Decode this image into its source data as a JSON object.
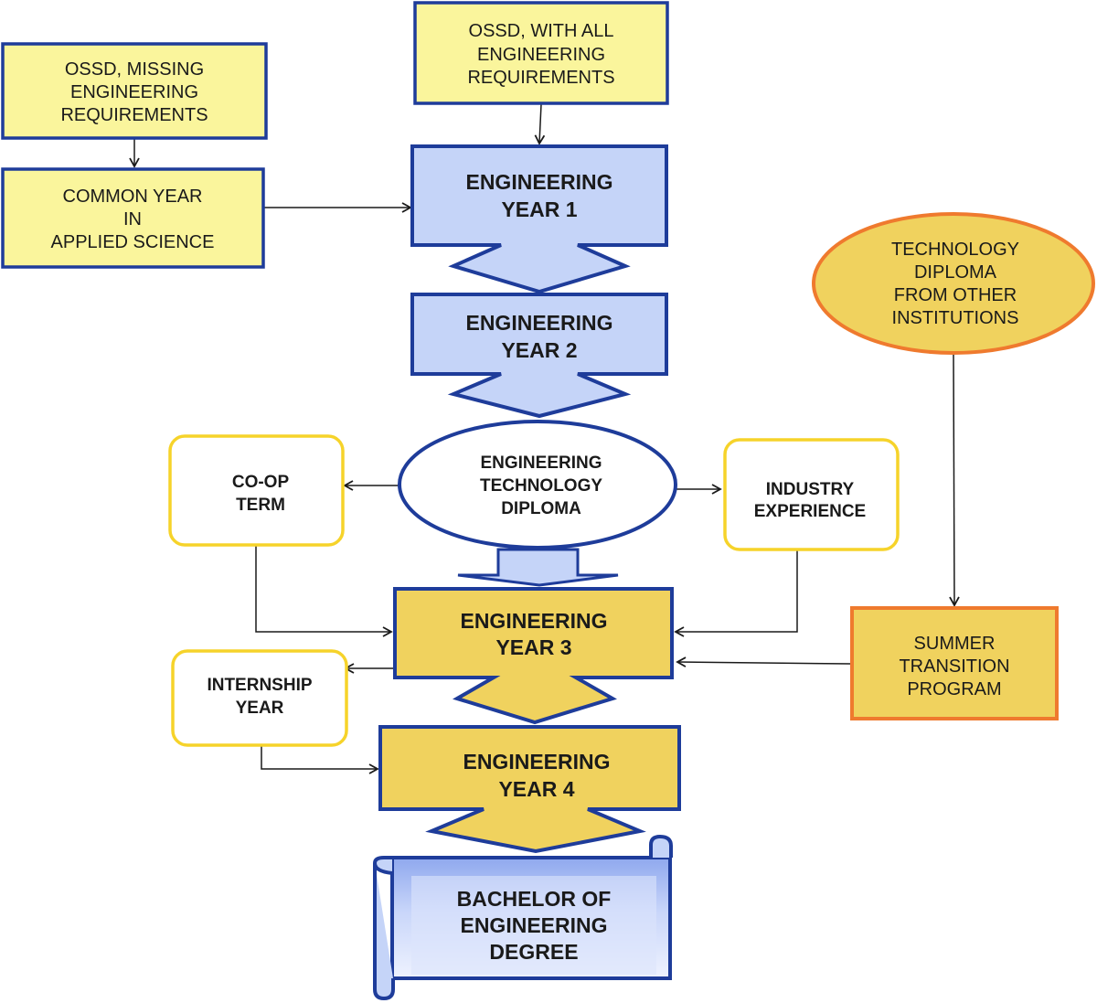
{
  "boxes": {
    "ossd_missing": [
      "OSSD, MISSING",
      "ENGINEERING",
      "REQUIREMENTS"
    ],
    "ossd_all": [
      "OSSD, WITH ALL",
      "ENGINEERING",
      "REQUIREMENTS"
    ],
    "common_year": [
      "COMMON YEAR",
      "IN",
      "APPLIED SCIENCE"
    ],
    "year1": [
      "ENGINEERING",
      "YEAR 1"
    ],
    "year2": [
      "ENGINEERING",
      "YEAR 2"
    ],
    "tech_diploma_other": [
      "TECHNOLOGY",
      "DIPLOMA",
      "FROM OTHER",
      "INSTITUTIONS"
    ],
    "eng_tech_diploma": [
      "ENGINEERING",
      "TECHNOLOGY",
      "DIPLOMA"
    ],
    "coop_term": [
      "CO-OP",
      "TERM"
    ],
    "industry_experience": [
      "INDUSTRY",
      "EXPERIENCE"
    ],
    "year3": [
      "ENGINEERING",
      "YEAR 3"
    ],
    "summer_transition": [
      "SUMMER",
      "TRANSITION",
      "PROGRAM"
    ],
    "internship_year": [
      "INTERNSHIP",
      "YEAR"
    ],
    "year4": [
      "ENGINEERING",
      "YEAR 4"
    ],
    "bachelor_degree": [
      "BACHELOR OF",
      "ENGINEERING",
      "DEGREE"
    ]
  },
  "colors": {
    "yellow_light": "#FAF59C",
    "blue_light": "#C5D4F8",
    "blue_border": "#1E3C9A",
    "gold": "#F0D25E",
    "orange_border": "#EF7A2E",
    "yellow_border": "#F6D32A"
  }
}
